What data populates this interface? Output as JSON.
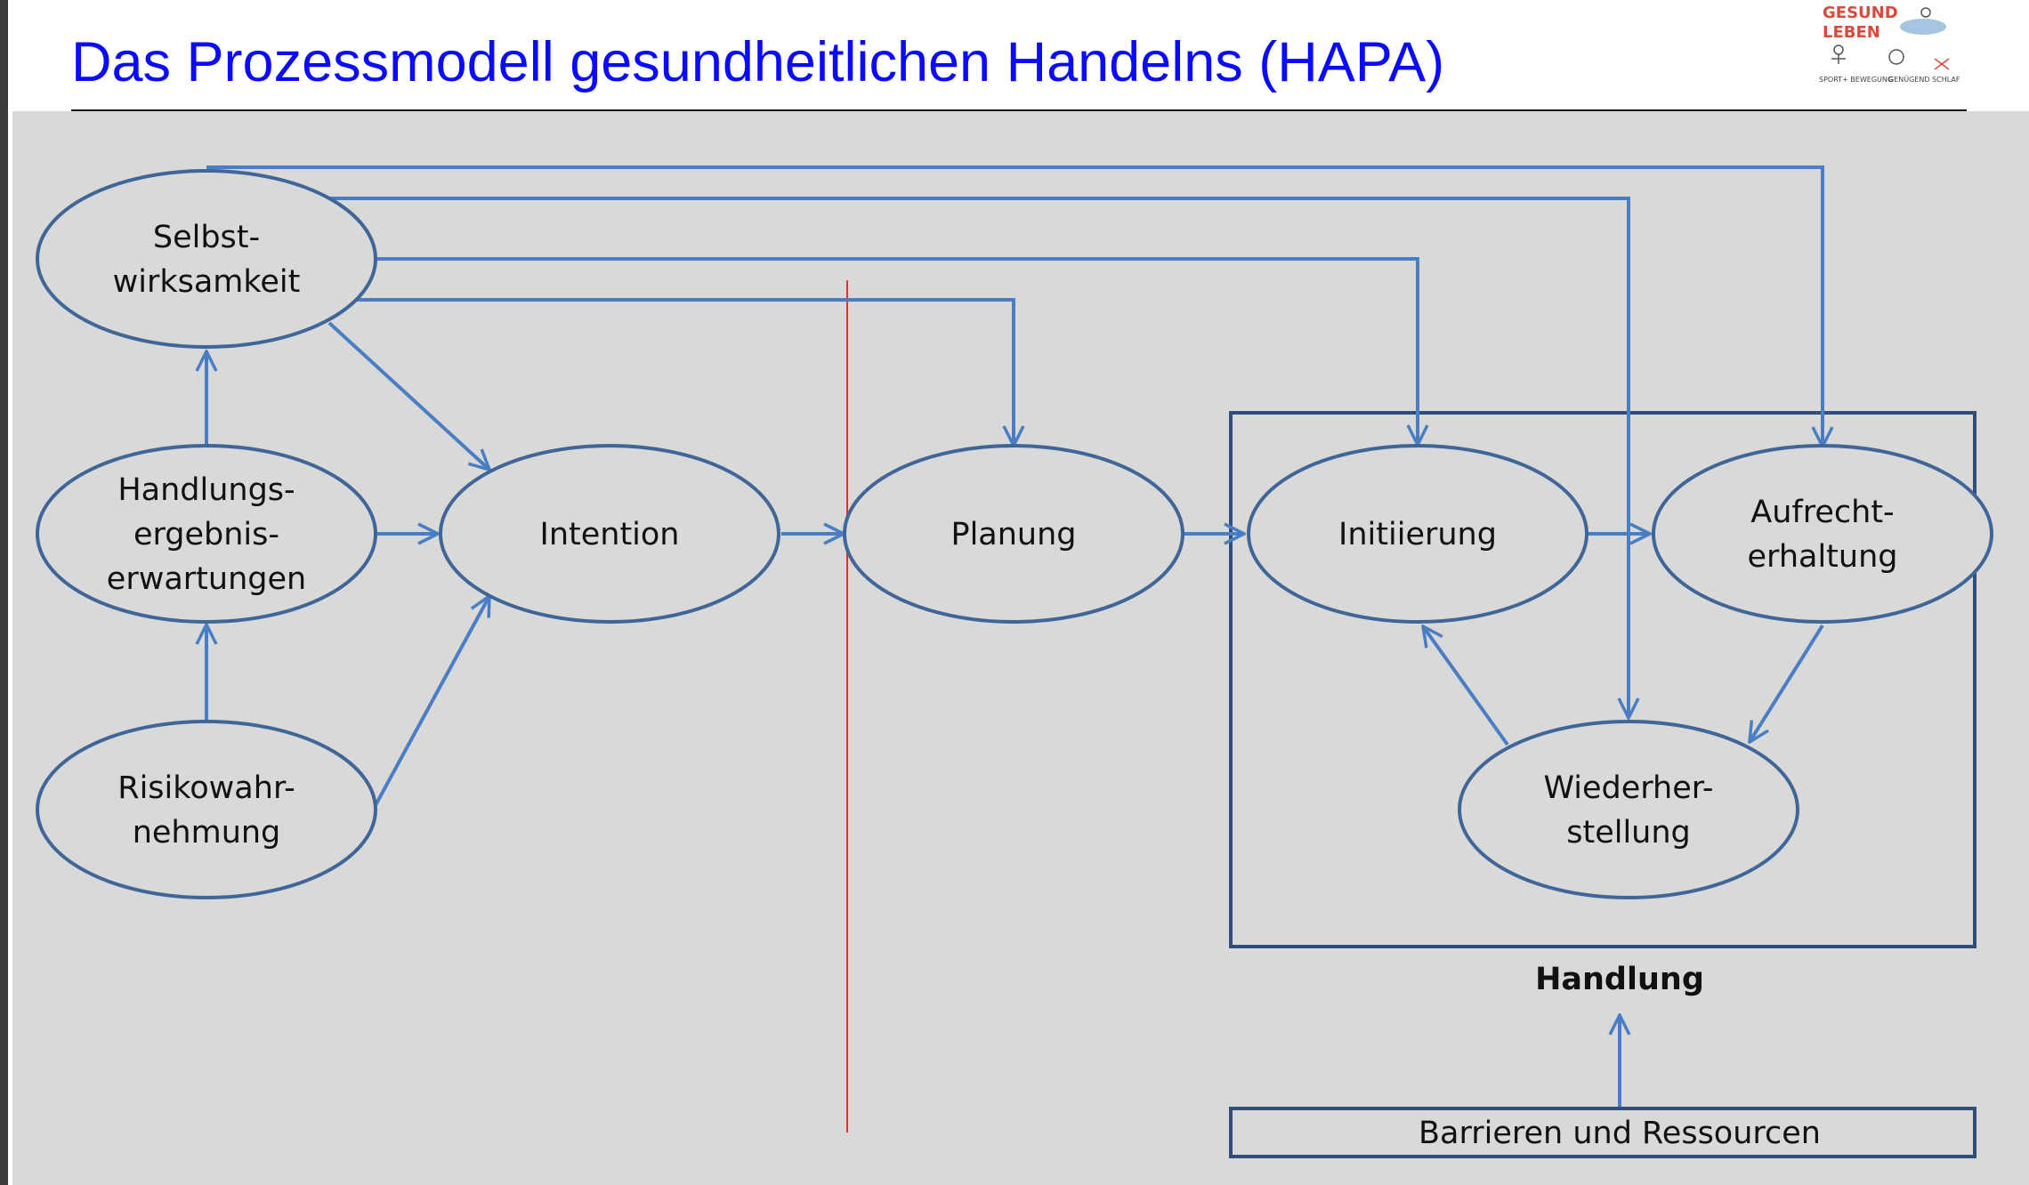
{
  "title": "Das Prozessmodell gesundheitlichen Handelns (HAPA)",
  "logo": {
    "line1": "GESUND",
    "line2": "LEBEN",
    "caption_left": "SPORT+ BEWEGUNG",
    "caption_right": "GENÜGEND SCHLAF"
  },
  "colors": {
    "title": "#0a0aff",
    "node_stroke": "#3f6697",
    "arrow": "#4a7ec4",
    "background": "#d9d9d9",
    "divider": "#e03030"
  },
  "nodes": {
    "selbstwirksamkeit": [
      "Selbst-",
      "wirksamkeit"
    ],
    "handlungsergebnis": [
      "Handlungs-",
      "ergebnis-",
      "erwartungen"
    ],
    "risikowahrnehmung": [
      "Risikowahr-",
      "nehmung"
    ],
    "intention": [
      "Intention"
    ],
    "planung": [
      "Planung"
    ],
    "initiierung": [
      "Initiierung"
    ],
    "aufrechterhaltung": [
      "Aufrecht-",
      "erhaltung"
    ],
    "wiederherstellung": [
      "Wiederher-",
      "stellung"
    ]
  },
  "action_box_label": "Handlung",
  "barrier_box_label": "Barrieren und Ressourcen"
}
